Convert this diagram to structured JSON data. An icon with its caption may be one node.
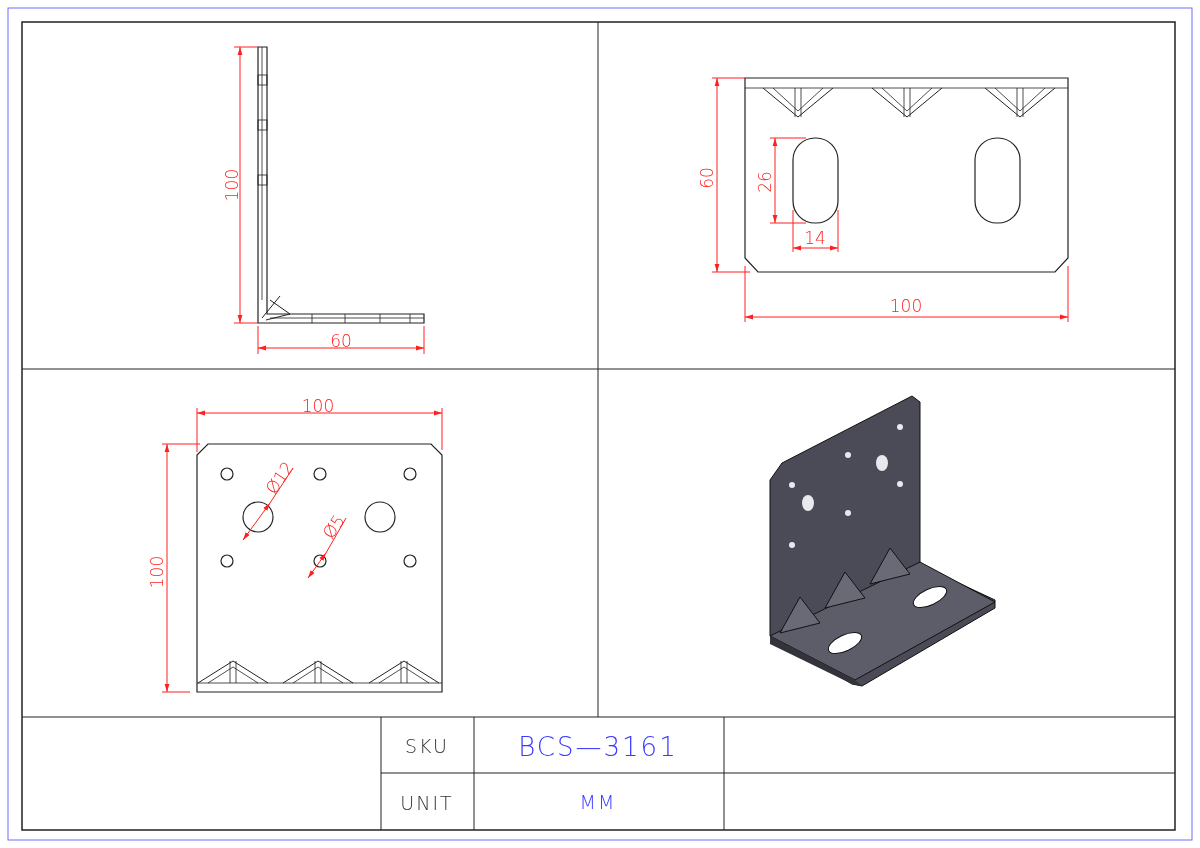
{
  "diagram": {
    "labels": [
      "100",
      "60",
      "60",
      "26",
      "14",
      "100",
      "100",
      "Ø12",
      "Ø5",
      "100",
      "SKU",
      "BCS—3161",
      "UNIT",
      "MM"
    ]
  }
}
